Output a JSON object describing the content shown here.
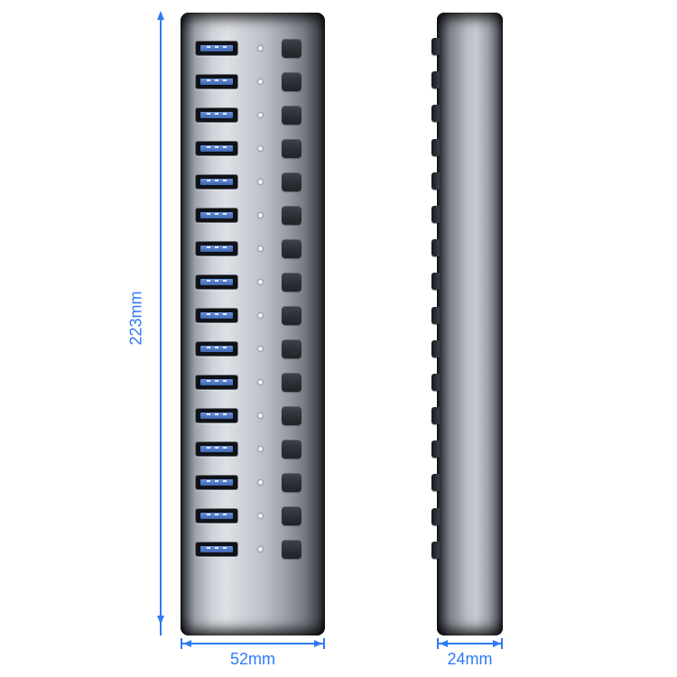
{
  "product": {
    "type": "multi-port-usb-hub",
    "port_count": 16
  },
  "dimensions": {
    "height_label": "223mm",
    "width_label": "52mm",
    "depth_label": "24mm"
  },
  "colors": {
    "dimension_blue": "#2e7bf6",
    "usb_tongue_blue": "#3c64ad",
    "switch_dark": "#2c2f35",
    "body_light_gray": "#cfd3d9",
    "body_edge_dark": "#1f2226",
    "background": "#ffffff"
  }
}
